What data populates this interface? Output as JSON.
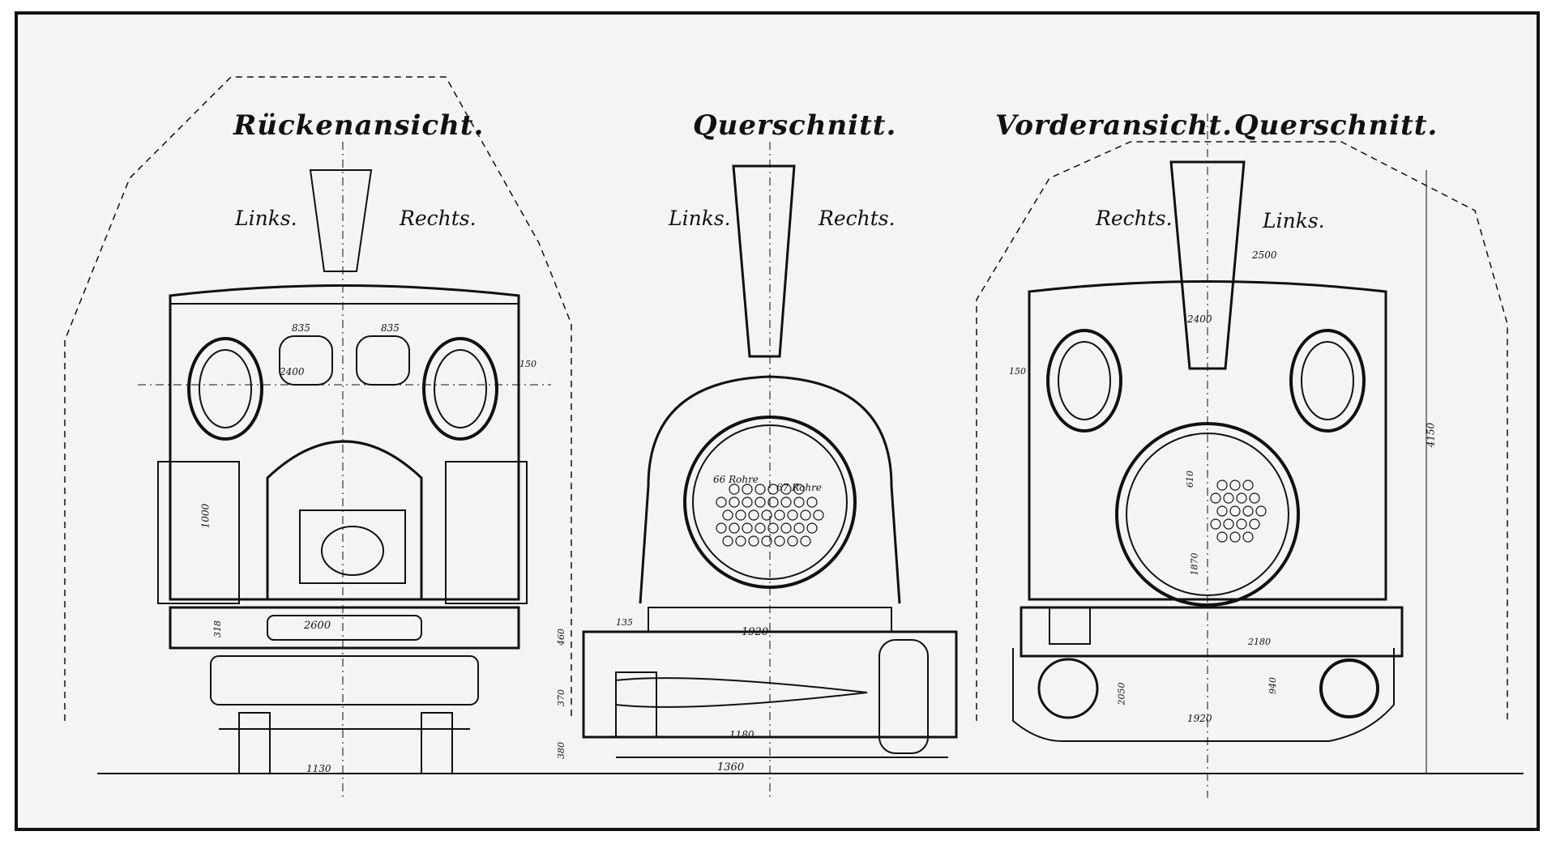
{
  "titles": {
    "rear": "Rückenansicht.",
    "section_mid": "Querschnitt.",
    "front": "Vorderansicht.",
    "section_right": "Querschnitt."
  },
  "sides": {
    "rear_left": "Links.",
    "rear_right": "Rechts.",
    "mid_left": "Links.",
    "mid_right": "Rechts.",
    "front_right": "Rechts.",
    "front_left": "Links."
  },
  "dimensions": {
    "rear_835_a": "835",
    "rear_835_b": "835",
    "rear_2400": "2400",
    "rear_150": "150",
    "rear_1000": "1000",
    "rear_318": "318",
    "rear_2600": "2600",
    "rear_460": "460",
    "rear_370": "370",
    "rear_380": "380",
    "rear_1130": "1130",
    "mid_66": "66 Rohre",
    "mid_67": "67 Rohre",
    "mid_1920": "1920",
    "mid_135": "135",
    "mid_1180": "1180",
    "mid_1360": "1360",
    "front_2500": "2500",
    "front_2400": "2400",
    "front_150": "150",
    "front_4150": "4150",
    "front_610": "610",
    "front_1870": "1870",
    "front_2050": "2050",
    "front_1920": "1920",
    "front_940": "940",
    "front_2180": "2180"
  },
  "colors": {
    "ink": "#111111",
    "paper": "#f4f4f2",
    "border": "#111111"
  }
}
